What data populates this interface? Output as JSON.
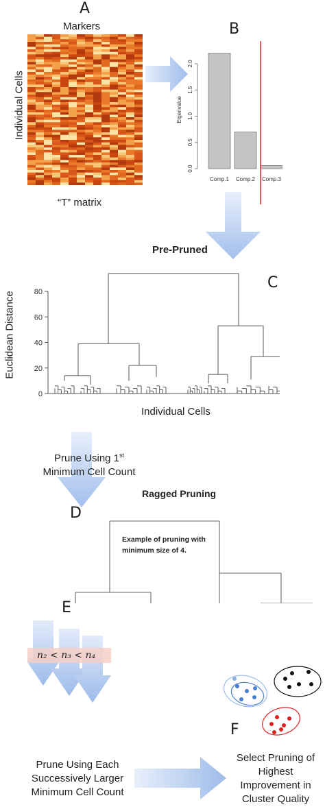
{
  "panels": {
    "a": "A",
    "b": "B",
    "c": "C",
    "d": "D",
    "e": "E",
    "f": "F"
  },
  "panel_a": {
    "top_label": "Markers",
    "side_label": "Individual Cells",
    "bottom_label": "“T” matrix",
    "heatmap_colors": [
      "#b23a0c",
      "#d9561a",
      "#ea7a2a",
      "#f3a14a",
      "#f8c878",
      "#fbe3a6",
      "#c9470f",
      "#e0691f"
    ]
  },
  "chart_data": {
    "type": "bar",
    "categories": [
      "Comp.1",
      "Comp.2",
      "Comp.3"
    ],
    "values": [
      2.2,
      0.7,
      0.06
    ],
    "ylabel": "Eigenvalue",
    "yticks": [
      "0.0",
      "0.5",
      "1.0",
      "1.5",
      "2.0"
    ],
    "ylim": [
      0,
      2.3
    ],
    "bar_color": "#c4c4c4",
    "cutoff_line_color": "#e02020"
  },
  "panel_c": {
    "title": "Pre-Pruned",
    "ylabel": "Euclidean Distance",
    "xlabel": "Individual Cells",
    "yticks": [
      "0",
      "20",
      "40",
      "60",
      "80"
    ]
  },
  "step1": {
    "line1": "Prune Using 1",
    "sup": "st",
    "line2": "Minimum Cell Count"
  },
  "panel_d": {
    "title": "Ragged Pruning",
    "note_line1": "Example of pruning with",
    "note_line2": "minimum size of 4.",
    "leaf_colors": [
      "#5b9bd5",
      "#d62728",
      "#e8a33d",
      "#1f4e9c",
      "#f2a07b",
      "#2e8b2e",
      "#3a2fbf",
      "#111111",
      "#c0501f",
      "#3cb043",
      "#ffffff",
      "#e8d82a",
      "#2b4a6f"
    ]
  },
  "panel_e": {
    "formula": "n₂ < n₃ < n₄",
    "line1": "Prune Using Each",
    "line2": "Successively Larger",
    "line3": "Minimum Cell Count"
  },
  "panel_f": {
    "line1": "Select Pruning of",
    "line2": "Highest",
    "line3": "Improvement in",
    "line4": "Cluster Quality",
    "cluster_colors": [
      "#4a7fd0",
      "#111111",
      "#e02020",
      "#8ab4e8"
    ]
  },
  "arrow_color": "#a9c3ec"
}
